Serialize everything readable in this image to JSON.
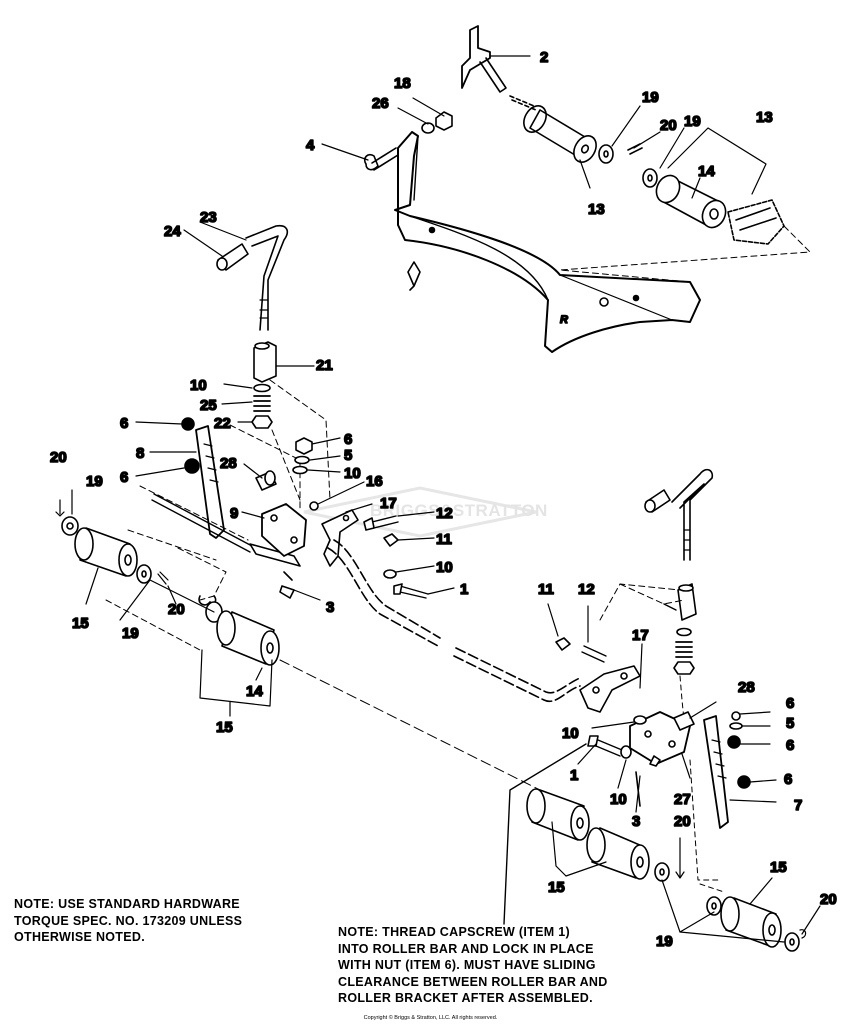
{
  "watermark": "BRIGGS&STRATTON",
  "callouts": [
    {
      "id": "c2",
      "text": "2"
    },
    {
      "id": "c18",
      "text": "18"
    },
    {
      "id": "c26",
      "text": "26"
    },
    {
      "id": "c4",
      "text": "4"
    },
    {
      "id": "c19a",
      "text": "19"
    },
    {
      "id": "c20a",
      "text": "20"
    },
    {
      "id": "c19b",
      "text": "19"
    },
    {
      "id": "c13a",
      "text": "13"
    },
    {
      "id": "c14a",
      "text": "14"
    },
    {
      "id": "c13b",
      "text": "13"
    },
    {
      "id": "c23",
      "text": "23"
    },
    {
      "id": "c24",
      "text": "24"
    },
    {
      "id": "c21",
      "text": "21"
    },
    {
      "id": "c10a",
      "text": "10"
    },
    {
      "id": "c25",
      "text": "25"
    },
    {
      "id": "c22",
      "text": "22"
    },
    {
      "id": "c6a",
      "text": "6"
    },
    {
      "id": "c6b",
      "text": "6"
    },
    {
      "id": "c5a",
      "text": "5"
    },
    {
      "id": "c10b",
      "text": "10"
    },
    {
      "id": "c8",
      "text": "8"
    },
    {
      "id": "c6c",
      "text": "6"
    },
    {
      "id": "c28a",
      "text": "28"
    },
    {
      "id": "c16",
      "text": "16"
    },
    {
      "id": "c17a",
      "text": "17"
    },
    {
      "id": "c20b",
      "text": "20"
    },
    {
      "id": "c19c",
      "text": "19"
    },
    {
      "id": "c9",
      "text": "9"
    },
    {
      "id": "c12a",
      "text": "12"
    },
    {
      "id": "c11a",
      "text": "11"
    },
    {
      "id": "c10c",
      "text": "10"
    },
    {
      "id": "c1a",
      "text": "1"
    },
    {
      "id": "c15a",
      "text": "15"
    },
    {
      "id": "c20c",
      "text": "20"
    },
    {
      "id": "c3a",
      "text": "3"
    },
    {
      "id": "c19d",
      "text": "19"
    },
    {
      "id": "c14b",
      "text": "14"
    },
    {
      "id": "c15b",
      "text": "15"
    },
    {
      "id": "c11b",
      "text": "11"
    },
    {
      "id": "c12b",
      "text": "12"
    },
    {
      "id": "c17b",
      "text": "17"
    },
    {
      "id": "c28b",
      "text": "28"
    },
    {
      "id": "c6d",
      "text": "6"
    },
    {
      "id": "c5b",
      "text": "5"
    },
    {
      "id": "c6e",
      "text": "6"
    },
    {
      "id": "c10d",
      "text": "10"
    },
    {
      "id": "c1b",
      "text": "1"
    },
    {
      "id": "c10e",
      "text": "10"
    },
    {
      "id": "c27",
      "text": "27"
    },
    {
      "id": "c6f",
      "text": "6"
    },
    {
      "id": "c7",
      "text": "7"
    },
    {
      "id": "c3b",
      "text": "3"
    },
    {
      "id": "c20d",
      "text": "20"
    },
    {
      "id": "c15c",
      "text": "15"
    },
    {
      "id": "c15d",
      "text": "15"
    },
    {
      "id": "c20e",
      "text": "20"
    },
    {
      "id": "c19e",
      "text": "19"
    }
  ],
  "notes": {
    "left": [
      "NOTE:  USE STANDARD HARDWARE",
      "TORQUE SPEC. NO. 173209 UNLESS",
      "OTHERWISE NOTED."
    ],
    "right": [
      "NOTE:  THREAD CAPSCREW (ITEM 1)",
      "INTO ROLLER BAR AND LOCK IN PLACE",
      "WITH NUT (ITEM 6).  MUST HAVE SLIDING",
      "CLEARANCE BETWEEN ROLLER BAR AND",
      "ROLLER BRACKET AFTER ASSEMBLED."
    ]
  },
  "copyright": "Copyright © Briggs & Stratton, LLC. All rights reserved."
}
